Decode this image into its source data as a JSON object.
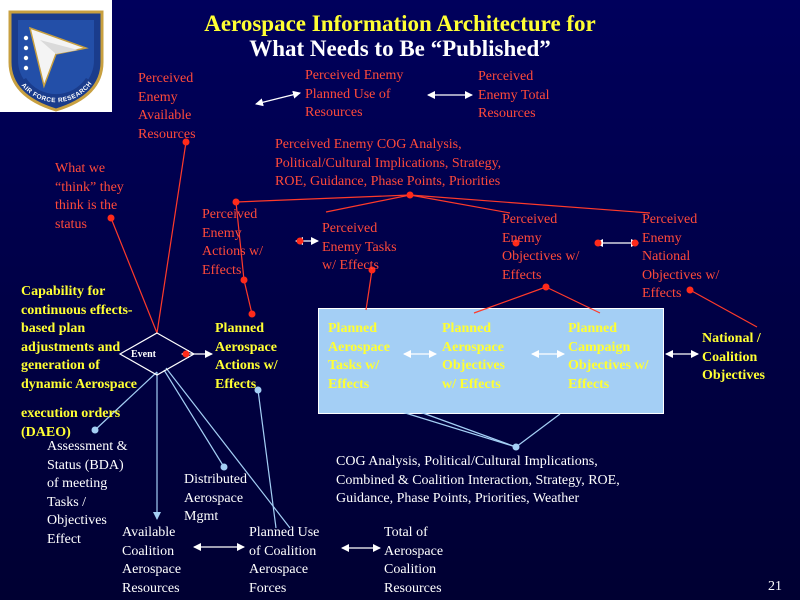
{
  "title": {
    "line1": "Aerospace Information Architecture for",
    "line2": "What Needs to Be “Published”"
  },
  "logo": {
    "ring_text": "AIR FORCE RESEARCH LABORATORY"
  },
  "labels": {
    "perceived_enemy_available_resources": "Perceived\nEnemy\nAvailable\nResources",
    "perceived_enemy_planned_use": "Perceived Enemy\nPlanned Use of\nResources",
    "perceived_enemy_total_resources": "Perceived\nEnemy Total\nResources",
    "perceived_enemy_cog": "Perceived Enemy COG Analysis,\nPolitical/Cultural Implications, Strategy,\nROE, Guidance, Phase Points, Priorities",
    "what_we_think": "What we\n“think” they\nthink is the\nstatus",
    "perceived_enemy_actions": "Perceived\nEnemy\nActions w/\nEffects",
    "perceived_enemy_tasks": "Perceived\nEnemy Tasks\nw/ Effects",
    "perceived_enemy_objectives": "Perceived\nEnemy\nObjectives w/\nEffects",
    "perceived_enemy_national": "Perceived\nEnemy\nNational\nObjectives w/\nEffects",
    "capability": "Capability for\ncontinuous effects-\nbased plan\nadjustments and\ngeneration of\ndynamic Aerospace",
    "execution_orders": "execution orders\n(DAEO)",
    "event": "Event",
    "planned_aerospace_actions": "Planned\nAerospace\nActions w/\nEffects",
    "planned_aerospace_tasks": "Planned\nAerospace\nTasks w/\nEffects",
    "planned_aerospace_objectives": "Planned\nAerospace\nObjectives\nw/ Effects",
    "planned_campaign_objectives": "Planned\nCampaign\nObjectives w/\nEffects",
    "national_coalition_objectives": "National /\nCoalition\nObjectives",
    "assessment_status": "Assessment &\nStatus (BDA)\nof meeting\nTasks /\nObjectives\nEffect",
    "distributed_mgmt": "Distributed\nAerospace\nMgmt",
    "cog_analysis": "COG Analysis, Political/Cultural Implications,\nCombined & Coalition Interaction, Strategy, ROE,\nGuidance, Phase Points, Priorities, Weather",
    "available_coalition": "Available\nCoalition\nAerospace\nResources",
    "planned_use_coalition": "Planned Use\nof Coalition\nAerospace\nForces",
    "total_coalition": "Total of\nAerospace\nCoalition\nResources"
  },
  "page_number": "21",
  "colors": {
    "background": "#00004c",
    "title_yellow": "#ffff33",
    "enemy_red": "#ff4a3a",
    "planned_yellow": "#ffff33",
    "box_blue": "#a4cff5",
    "node_red": "#ff2a1a",
    "node_blue": "#a4cff5"
  }
}
